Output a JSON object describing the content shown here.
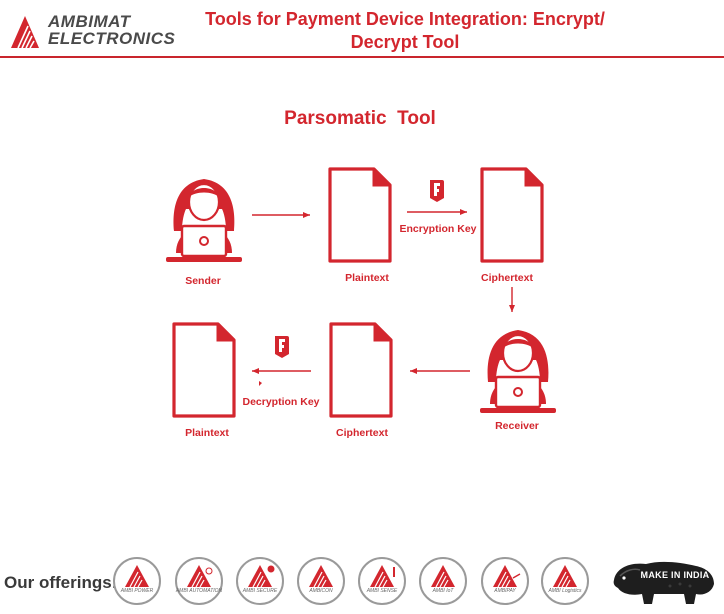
{
  "header": {
    "logo_line1": "AMBIMAT",
    "logo_line2": "ELECTRONICS",
    "title_line1": "Tools for Payment Device Integration: Encrypt/",
    "title_line2": "Decrypt Tool"
  },
  "diagram": {
    "title": "Parsomatic  Tool",
    "nodes": {
      "sender": "Sender",
      "plaintext_top": "Plaintext",
      "ciphertext_top": "Ciphertext",
      "receiver": "Receiver",
      "ciphertext_bottom": "Ciphertext",
      "plaintext_bottom": "Plaintext"
    },
    "edges": {
      "encryption_key": "Encryption Key",
      "decryption_key": "Decryption Key"
    }
  },
  "footer": {
    "offerings_label": "Our offerings:",
    "badges": [
      "AMBI POWER",
      "AMBI AUTOMATION",
      "AMBI SECURE",
      "AMBICON",
      "AMBI SENSE",
      "AMBI IoT",
      "AMBIPAY",
      "AMBI Logistics"
    ],
    "make_in_india": "MAKE IN INDIA"
  },
  "colors": {
    "accent": "#d3262e",
    "text_dark": "#4a4a4a"
  },
  "icons": [
    "ambimat-logo-icon",
    "person-laptop-icon",
    "document-icon",
    "key-icon",
    "lion-icon"
  ]
}
